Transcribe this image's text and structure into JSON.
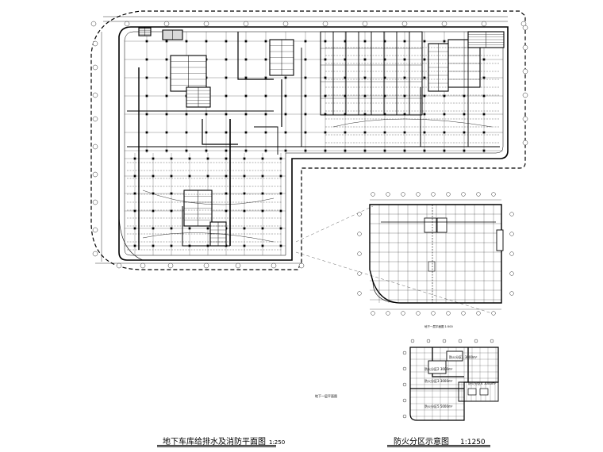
{
  "drawing": {
    "main_title": "地下车库给排水及消防平面图",
    "main_scale": "1:250",
    "fire_title": "防火分区示意图",
    "fire_scale": "1:1250",
    "inset_caption": "地下一层平面图 1:500",
    "inset_caption2": "地下一层平面图",
    "zone_labels": [
      "防火分区1 3000m²",
      "防火分区2 3000m²",
      "防火分区3 3000m²",
      "防火分区4 1000m²",
      "防火分区5 5000m²"
    ]
  }
}
